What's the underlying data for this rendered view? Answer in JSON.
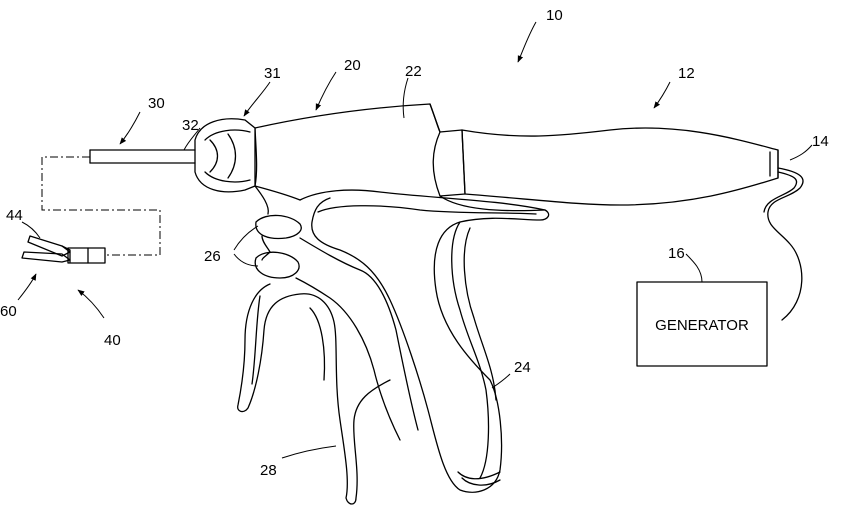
{
  "labels": {
    "n10": "10",
    "n12": "12",
    "n14": "14",
    "n16": "16",
    "n20": "20",
    "n22": "22",
    "n24": "24",
    "n26": "26",
    "n28": "28",
    "n30": "30",
    "n31": "31",
    "n32": "32",
    "n40": "40",
    "n44": "44",
    "n60": "60"
  },
  "generator": {
    "label": "GENERATOR"
  }
}
